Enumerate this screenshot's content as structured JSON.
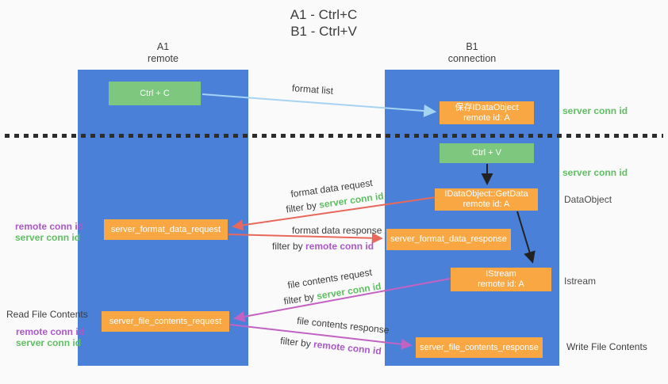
{
  "title": {
    "line1": "A1 - Ctrl+C",
    "line2": "B1 - Ctrl+V"
  },
  "lanes": {
    "left": {
      "title": "A1",
      "subtitle": "remote"
    },
    "right": {
      "title": "B1",
      "subtitle": "connection"
    }
  },
  "nodes": {
    "ctrl_c": {
      "label": "Ctrl + C"
    },
    "save_dataobject": {
      "line1": "保存IDataObject",
      "line2": "remote id: A"
    },
    "ctrl_v": {
      "label": "Ctrl + V"
    },
    "getdata": {
      "line1": "IDataObject::GetData",
      "line2": "remote id: A"
    },
    "format_request": {
      "label": "server_format_data_request"
    },
    "format_response": {
      "label": "server_format_data_response"
    },
    "istream": {
      "line1": "IStream",
      "line2": "remote id: A"
    },
    "file_request": {
      "label": "server_file_contents_request"
    },
    "file_response": {
      "label": "server_file_contents_response"
    }
  },
  "flow_labels": {
    "format_list": "format list",
    "format_request": "format data request",
    "format_request_filter": {
      "prefix": "filter by",
      "key": "server conn id"
    },
    "format_response": "format data response",
    "format_response_filter": {
      "prefix": "filter by",
      "key": "remote conn id"
    },
    "file_request": "file contents request",
    "file_request_filter": {
      "prefix": "filter by",
      "key": "server conn id"
    },
    "file_response": "file contents response",
    "file_response_filter": {
      "prefix": "filter by",
      "key": "remote conn id"
    }
  },
  "side_labels": {
    "server_conn_top": "server conn id",
    "server_conn_mid": "server conn id",
    "dataobject": "DataObject",
    "istream": "Istream",
    "write_file_contents": "Write File Contents",
    "read_file_contents": "Read File Contents",
    "format_remote_conn": "remote conn id",
    "format_server_conn": "server conn id",
    "file_remote_conn": "remote conn id",
    "file_server_conn": "server conn id"
  },
  "colors": {
    "lane_blue": "#4a80d8",
    "node_green": "#7dc87e",
    "node_orange": "#f8a743",
    "arrow_red": "#e9685c",
    "arrow_magenta": "#c263c3",
    "arrow_lightblue": "#a5d3f2",
    "arrow_black": "#222222",
    "label_green": "#5fbf63",
    "label_purple": "#ab58c9"
  }
}
